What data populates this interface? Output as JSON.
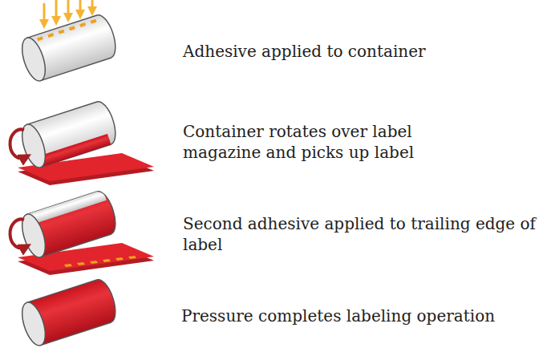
{
  "diagram": {
    "labels": [
      "Adhesive applied to container",
      "Container rotates over label magazine and picks up label",
      "Second adhesive applied to trailing edge of label",
      "Pressure completes labeling operation"
    ]
  }
}
